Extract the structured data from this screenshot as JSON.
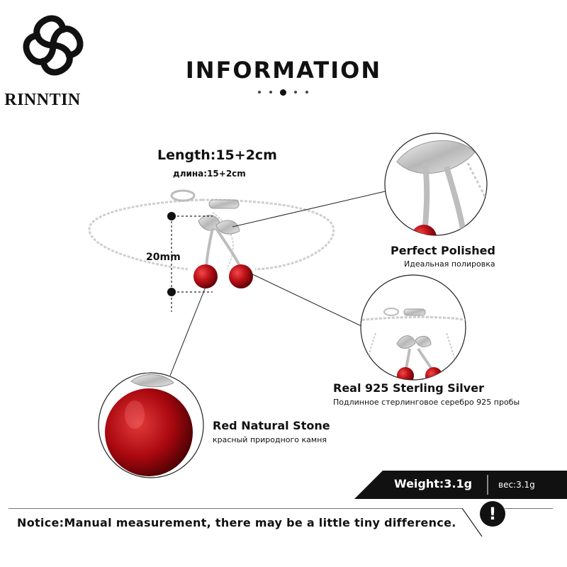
{
  "brand": {
    "name": "RINNTIN",
    "logo_icon": "clover-knot-logo"
  },
  "header": {
    "title": "INFORMATION"
  },
  "dimensions": {
    "length": "Length:15+2cm",
    "length_ru": "длина:15+2cm",
    "pendant_size": "20mm"
  },
  "features": [
    {
      "title": "Perfect  Polished",
      "subtitle": "Идеальная полировка",
      "icon": "leaf-closeup-icon"
    },
    {
      "title": "Real 925  Sterling  Silver",
      "subtitle": "Подлинное стерлинговое серебро 925 пробы",
      "icon": "clasp-closeup-icon"
    },
    {
      "title": "Red Natural Stone",
      "subtitle": "красный природного камня",
      "icon": "stone-closeup-icon"
    }
  ],
  "weight": {
    "label": "Weight:3.1g",
    "label_ru": "вес:3.1g"
  },
  "notice": {
    "text": "Notice:Manual measurement, there may be a little tiny difference.",
    "icon": "exclamation-icon"
  },
  "colors": {
    "stone_red": "#c0121a",
    "silver": "#c9c9c9",
    "ink": "#111111"
  }
}
